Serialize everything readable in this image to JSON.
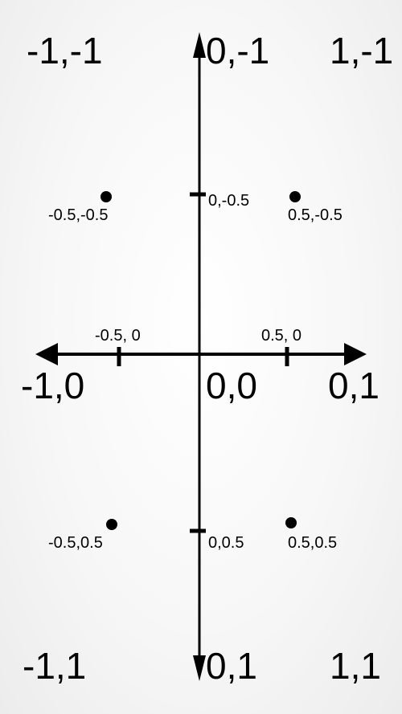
{
  "diagram": {
    "corner_labels": {
      "top_left": "-1,-1",
      "top_center": "0,-1",
      "top_right": "1,-1",
      "middle_left": "-1,0",
      "middle_center": "0,0",
      "middle_right": "0,1",
      "bottom_left": "-1,1",
      "bottom_center": "0,1",
      "bottom_right": "1,1"
    },
    "points": [
      {
        "label": "-0.5,-0.5"
      },
      {
        "label": "0.5,-0.5"
      },
      {
        "label": "-0.5,0.5"
      },
      {
        "label": "0.5,0.5"
      }
    ],
    "tick_labels": {
      "y_upper": "0,-0.5",
      "y_lower": "0,0.5",
      "x_left": "-0.5, 0",
      "x_right": "0.5, 0"
    }
  }
}
